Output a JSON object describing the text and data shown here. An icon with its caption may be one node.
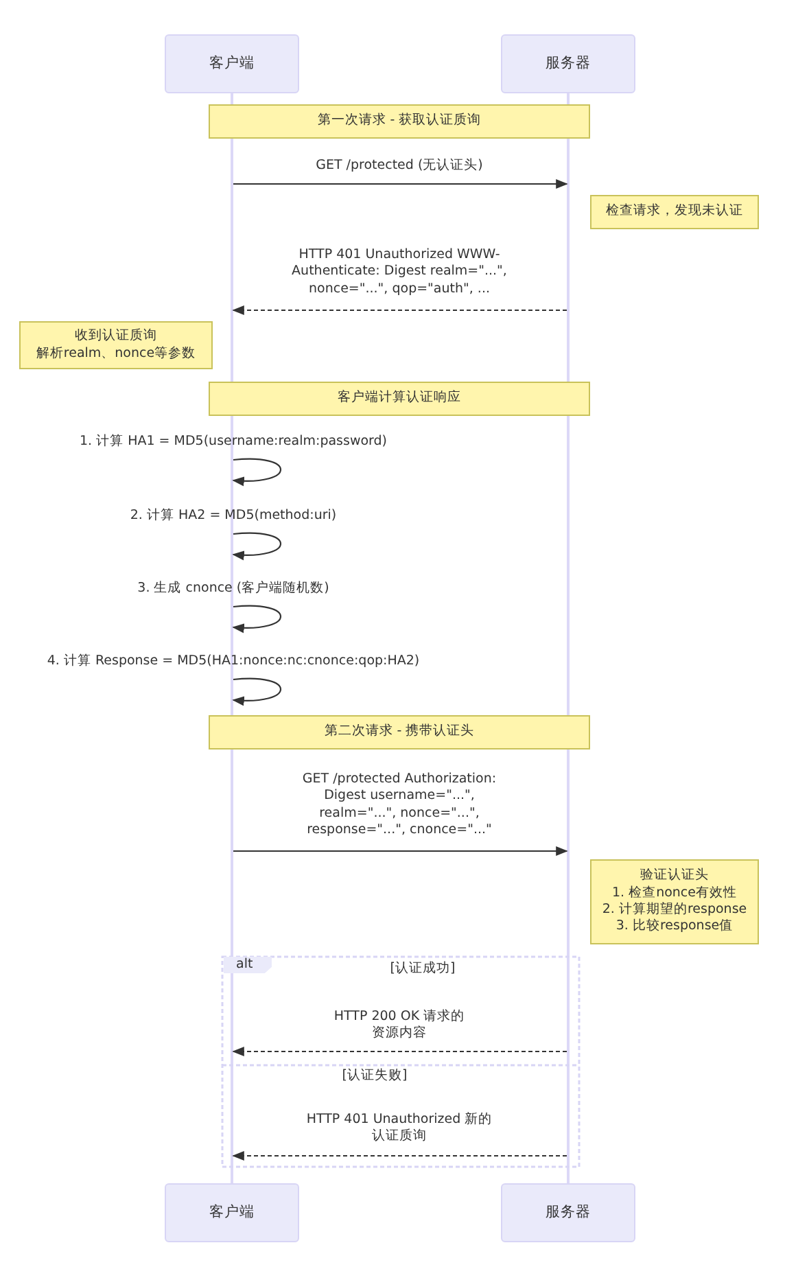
{
  "diagram": {
    "nodes": [
      {
        "text": [
          "客户端"
        ]
      },
      {
        "text": [
          "服务器"
        ]
      },
      {
        "text": [
          "客户端"
        ]
      },
      {
        "text": [
          "服务器"
        ]
      },
      {
        "text": [
          "第一次请求 - 获取认证质询"
        ]
      },
      {
        "text": [
          "检查请求，发现未认证"
        ]
      },
      {
        "text": [
          "收到认证质询",
          "解析realm、nonce等参数"
        ]
      },
      {
        "text": [
          "客户端计算认证响应"
        ]
      },
      {
        "text": [
          "第二次请求 - 携带认证头"
        ]
      },
      {
        "text": [
          "验证认证头",
          "1. 检查nonce有效性",
          "2. 计算期望的response",
          "3. 比较response值"
        ]
      },
      {
        "text": [],
        "shape": "bar"
      },
      {
        "text": [],
        "shape": "bar"
      }
    ],
    "edges": [
      {
        "from": 10,
        "to": 11,
        "arrow": "to",
        "label": "GET /protected (无认证头)"
      },
      {
        "from": 11,
        "to": 10,
        "arrow": "to",
        "style": "dashed",
        "label": "HTTP 401 Unauthorized WWW-Authenticate: Digest realm=\"...\", nonce=\"...\", qop=\"auth\", ..."
      },
      {
        "from": 10,
        "to": 10,
        "arrow": "to",
        "label": "1. 计算 HA1 = MD5(username:realm:password)"
      },
      {
        "from": 10,
        "to": 10,
        "arrow": "to",
        "label": "2. 计算 HA2 = MD5(method:uri)"
      },
      {
        "from": 10,
        "to": 10,
        "arrow": "to",
        "label": "3. 生成 cnonce (客户端随机数)"
      },
      {
        "from": 10,
        "to": 10,
        "arrow": "to",
        "label": "4. 计算 Response = MD5(HA1:nonce:nc:cnonce:qop:HA2)"
      },
      {
        "from": 10,
        "to": 11,
        "arrow": "to",
        "label": "GET /protected Authorization: Digest username=\"...\", realm=\"...\", nonce=\"...\", response=\"...\", cnonce=\"...\""
      },
      {
        "from": 11,
        "to": 10,
        "arrow": "to",
        "style": "dashed",
        "label": "HTTP 200 OK 请求的资源内容"
      },
      {
        "from": 11,
        "to": 10,
        "arrow": "to",
        "style": "dashed",
        "label": "HTTP 401 Unauthorized 新的认证质询"
      }
    ],
    "labels": [
      "alt",
      "[认证成功]",
      "[认证失败]"
    ]
  }
}
